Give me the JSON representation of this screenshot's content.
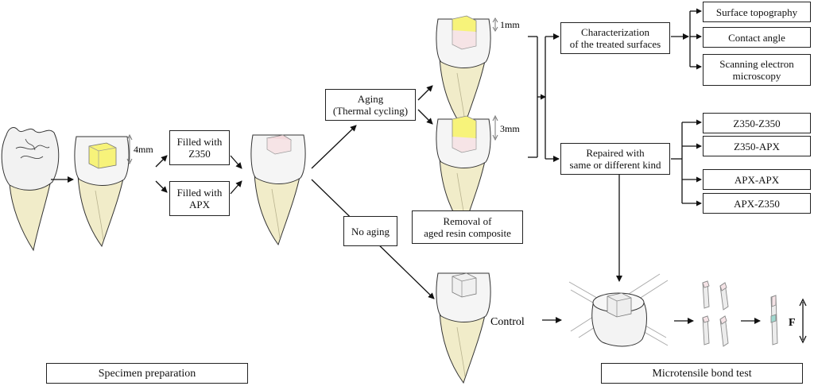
{
  "labels": {
    "dim_4mm": "4mm",
    "dim_1mm": "1mm",
    "dim_3mm": "3mm",
    "force": "F",
    "control": "Control"
  },
  "boxes": {
    "filled_z350": [
      "Filled with",
      "Z350"
    ],
    "filled_apx": [
      "Filled with",
      "APX"
    ],
    "aging": [
      "Aging",
      "(Thermal cycling)"
    ],
    "no_aging": [
      "No aging"
    ],
    "removal": [
      "Removal of",
      "aged resin composite"
    ],
    "characterization": [
      "Characterization",
      "of the treated surfaces"
    ],
    "repaired": [
      "Repaired with",
      "same or different kind"
    ],
    "surface_topography": [
      "Surface topography"
    ],
    "contact_angle": [
      "Contact angle"
    ],
    "sem": [
      "Scanning electron",
      "microscopy"
    ],
    "z350_z350": [
      "Z350-Z350"
    ],
    "z350_apx": [
      "Z350-APX"
    ],
    "apx_apx": [
      "APX-APX"
    ],
    "apx_z350": [
      "APX-Z350"
    ],
    "specimen_preparation": [
      "Specimen preparation"
    ],
    "microtensile": [
      "Microtensile bond test"
    ]
  },
  "colors": {
    "line": "#111111",
    "root": "#f1ecc9",
    "crown": "#f5f5f5",
    "filling_yellow": "#f7f37a",
    "cavity_pink": "#f3d9dc",
    "stick_teal": "#9fd8cf"
  }
}
